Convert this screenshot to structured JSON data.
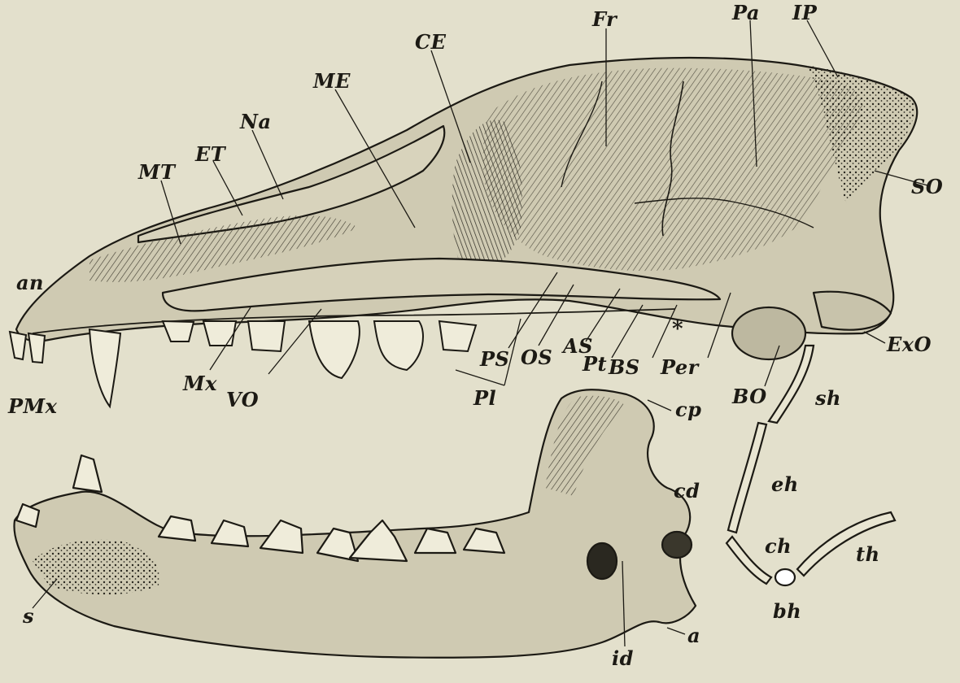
{
  "figure": {
    "labels": {
      "fr": "Fr",
      "pa": "Pa",
      "ip": "IP",
      "ce": "CE",
      "me": "ME",
      "na": "Na",
      "et": "ET",
      "mt": "MT",
      "so": "SO",
      "an": "an",
      "pmx": "PMx",
      "mx": "Mx",
      "vo": "VO",
      "pl": "Pl",
      "ps": "PS",
      "os": "OS",
      "as": "AS",
      "pt": "Pt",
      "bs": "BS",
      "per": "Per",
      "star": "*",
      "exo": "ExO",
      "bo": "BO",
      "sh": "sh",
      "cp": "cp",
      "cd": "cd",
      "eh": "eh",
      "ch": "ch",
      "th": "th",
      "bh": "bh",
      "s": "s",
      "id": "id",
      "a": "a"
    },
    "colors": {
      "paper": "#e3e0cc",
      "ink": "#1c1a14",
      "bone": "#cfcab2",
      "shade": "#8e8a76"
    }
  }
}
